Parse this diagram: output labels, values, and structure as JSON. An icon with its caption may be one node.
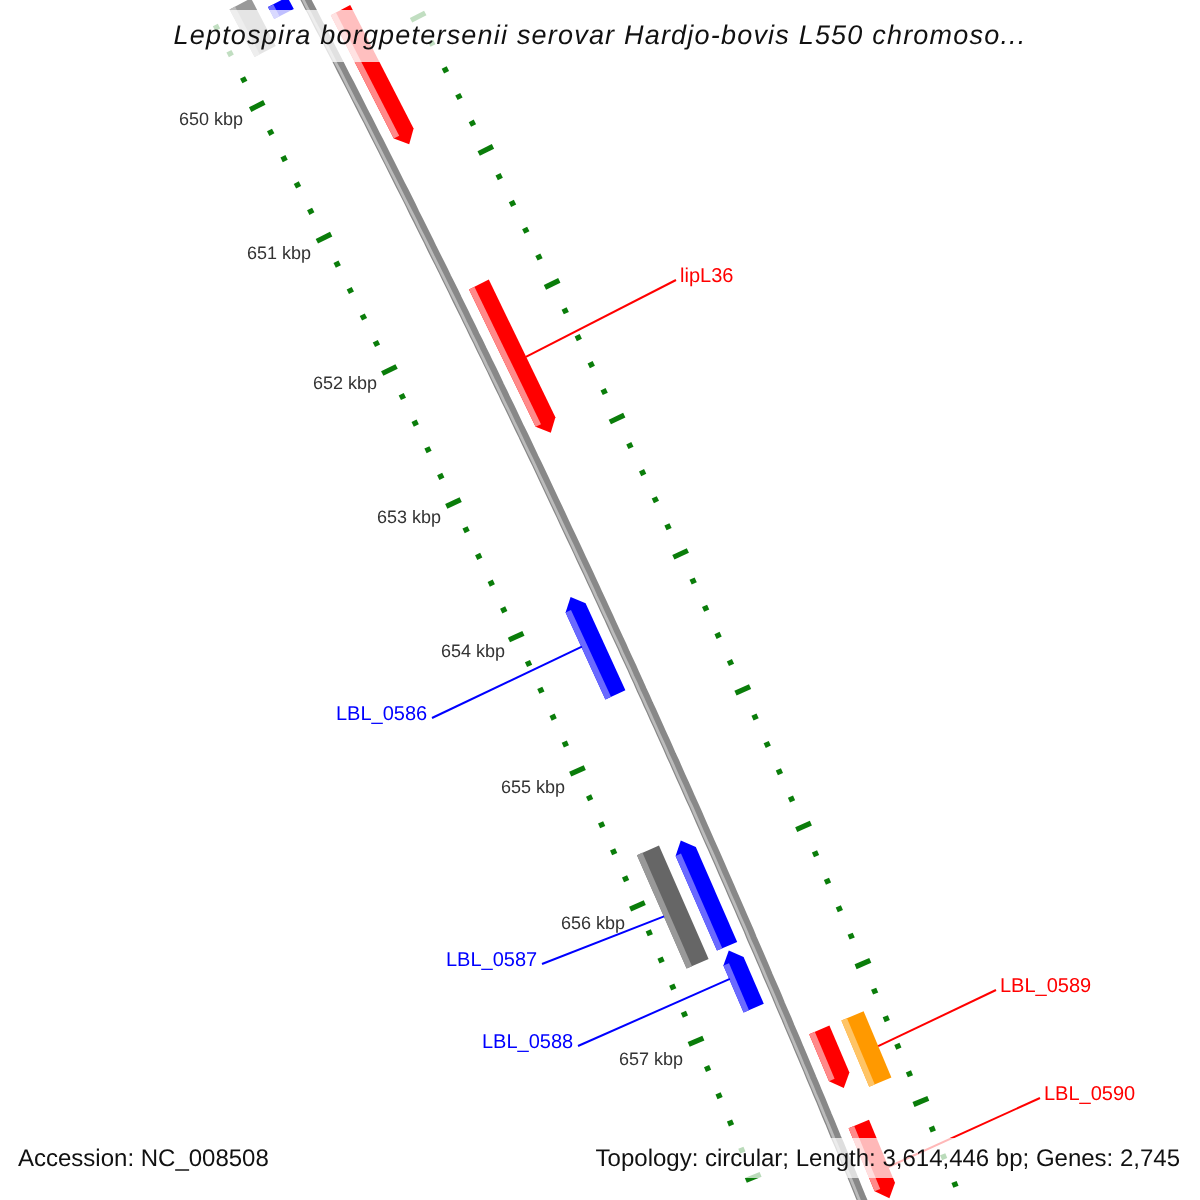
{
  "diagram": {
    "title": "Leptospira borgpetersenii serovar Hardjo-bovis L550 chromoso...",
    "nodes": [
      {
        "text": [],
        "shape": "box"
      },
      {
        "text": [],
        "shape": "box"
      },
      {
        "text": [],
        "shape": "arrow"
      },
      {
        "text": [
          "lipL36"
        ]
      },
      {
        "text": [],
        "shape": "arrow"
      },
      {
        "text": [
          "LBL_0586"
        ]
      },
      {
        "text": [],
        "shape": "arrow"
      },
      {
        "text": [],
        "shape": "box"
      },
      {
        "text": [],
        "shape": "arrow"
      },
      {
        "text": [
          "LBL_0587"
        ]
      },
      {
        "text": [],
        "shape": "arrow"
      },
      {
        "text": [
          "LBL_0589"
        ]
      },
      {
        "text": [
          "LBL_0588"
        ]
      },
      {
        "text": [],
        "shape": "arrow"
      },
      {
        "text": [],
        "shape": "box"
      },
      {
        "text": [
          "LBL_0590"
        ]
      },
      {
        "text": [],
        "shape": "arrow"
      }
    ],
    "edges": [
      {
        "from": 3,
        "to": 4,
        "arrow": "none",
        "color": "#ff0000"
      },
      {
        "from": 5,
        "to": 6,
        "arrow": "none",
        "color": "#0000ff"
      },
      {
        "from": 9,
        "to": 7,
        "arrow": "none",
        "color": "#0000ff"
      },
      {
        "from": 12,
        "to": 10,
        "arrow": "none",
        "color": "#0000ff"
      },
      {
        "from": 11,
        "to": 14,
        "arrow": "none",
        "color": "#ff0000"
      },
      {
        "from": 15,
        "to": 16,
        "arrow": "none",
        "color": "#ff0000"
      }
    ],
    "labels": [
      "650 kbp",
      "651 kbp",
      "652 kbp",
      "653 kbp",
      "654 kbp",
      "655 kbp",
      "656 kbp",
      "657 kbp",
      "Accession: NC_008508",
      "Topology: circular; Length: 3,614,446 bp; Genes: 2,745"
    ]
  }
}
